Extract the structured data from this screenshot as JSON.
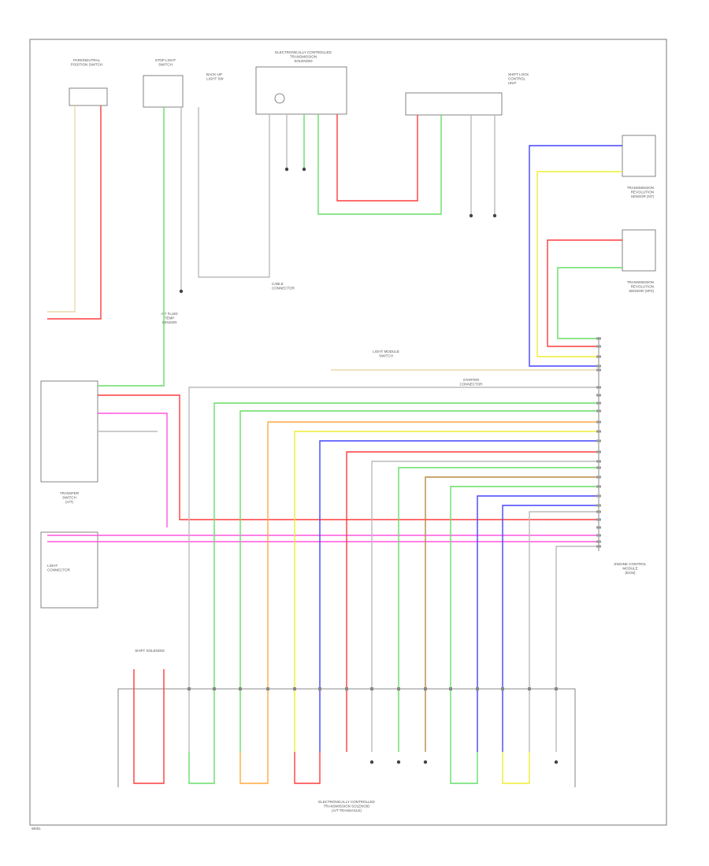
{
  "page": {
    "code": "W001"
  },
  "colors": {
    "red": "#ff3b3b",
    "green": "#66dd66",
    "blue": "#4444ff",
    "yellow": "#eeee33",
    "pink": "#ff55dd",
    "orange": "#ffaa44",
    "tan": "#e8d8a8",
    "gray": "#bbbbbb",
    "cyan": "#55dddd",
    "black": "#555555",
    "brown": "#bb8844"
  },
  "components": {
    "neutral_switch": [
      "PARK/NEUTRAL",
      "POSITION SWITCH"
    ],
    "stop_light_switch": [
      "STOP LIGHT",
      "SWITCH"
    ],
    "backup_switch": [
      "BACK-UP",
      "LIGHT SW"
    ],
    "ecu_top": [
      "ELECTRONICALLY CONTROLLED",
      "TRANSMISSION",
      "SOLENOID"
    ],
    "shift_lever": [
      "SHIFT LOCK",
      "CONTROL",
      "UNIT"
    ],
    "speed_sensor_1": [
      "TRANSMISSION",
      "REVOLUTION",
      "SENSOR (NT)"
    ],
    "speed_sensor_2": [
      "TRANSMISSION",
      "REVOLUTION",
      "SENSOR (SP2)"
    ],
    "transfer_switch": [
      "TRANSFER",
      "SWITCH",
      "(A/T)"
    ],
    "light_module": [
      "LIGHT MODULE",
      "SWITCH"
    ],
    "light_connector": [
      "LIGHT",
      "CONNECTOR"
    ],
    "cable_connector": [
      "CABLE",
      "CONNECTOR"
    ],
    "engine_control_module": [
      "ENGINE CONTROL",
      "MODULE",
      "(ECM)"
    ],
    "starter_connector": [
      "STARTER",
      "CONNECTOR"
    ],
    "atf_sensor": [
      "A/T FLUID",
      "TEMP",
      "SENSOR"
    ],
    "bottom_unit": [
      "ELECTRONICALLY CONTROLLED",
      "TRANSMISSION SOLENOID",
      "(A/T TRANSAXLE)"
    ],
    "bottom_label": [
      "SHIFT SOLENOID"
    ]
  }
}
